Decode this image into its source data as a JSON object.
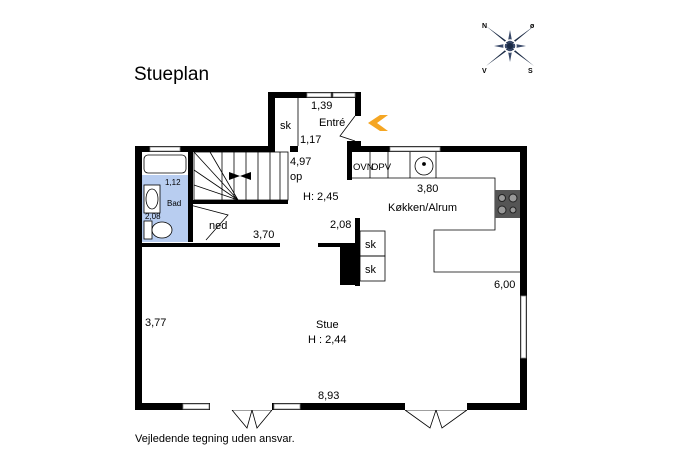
{
  "title": "Stueplan",
  "disclaimer": "Vejledende tegning uden ansvar.",
  "compass": {
    "n": "N",
    "e": "ø",
    "w": "V",
    "s": "S"
  },
  "colors": {
    "wall": "#000000",
    "bathroom": "#b8cdf0",
    "entry_arrow": "#f5a623",
    "hob": "#555555"
  },
  "rooms": {
    "entry": {
      "label": "Entré",
      "dim1": "1,39",
      "dim2": "1,17",
      "closet": "sk"
    },
    "stairs": {
      "dim": "4,97",
      "up": "op",
      "down": "ned"
    },
    "hall": {
      "height": "H: 2,45",
      "dim1": "3,70",
      "dim2": "2,08",
      "closet1": "sk",
      "closet2": "sk"
    },
    "bath": {
      "label": "Bad",
      "dim1": "1,12",
      "dim2": "2,08"
    },
    "kitchen": {
      "label": "Køkken/Alrum",
      "dim1": "3,80",
      "dim2": "6,00",
      "oven": "OVN",
      "dishwasher": "OPV"
    },
    "living": {
      "label": "Stue",
      "height": "H : 2,44",
      "dim1": "3,77",
      "dim2": "8,93"
    }
  }
}
